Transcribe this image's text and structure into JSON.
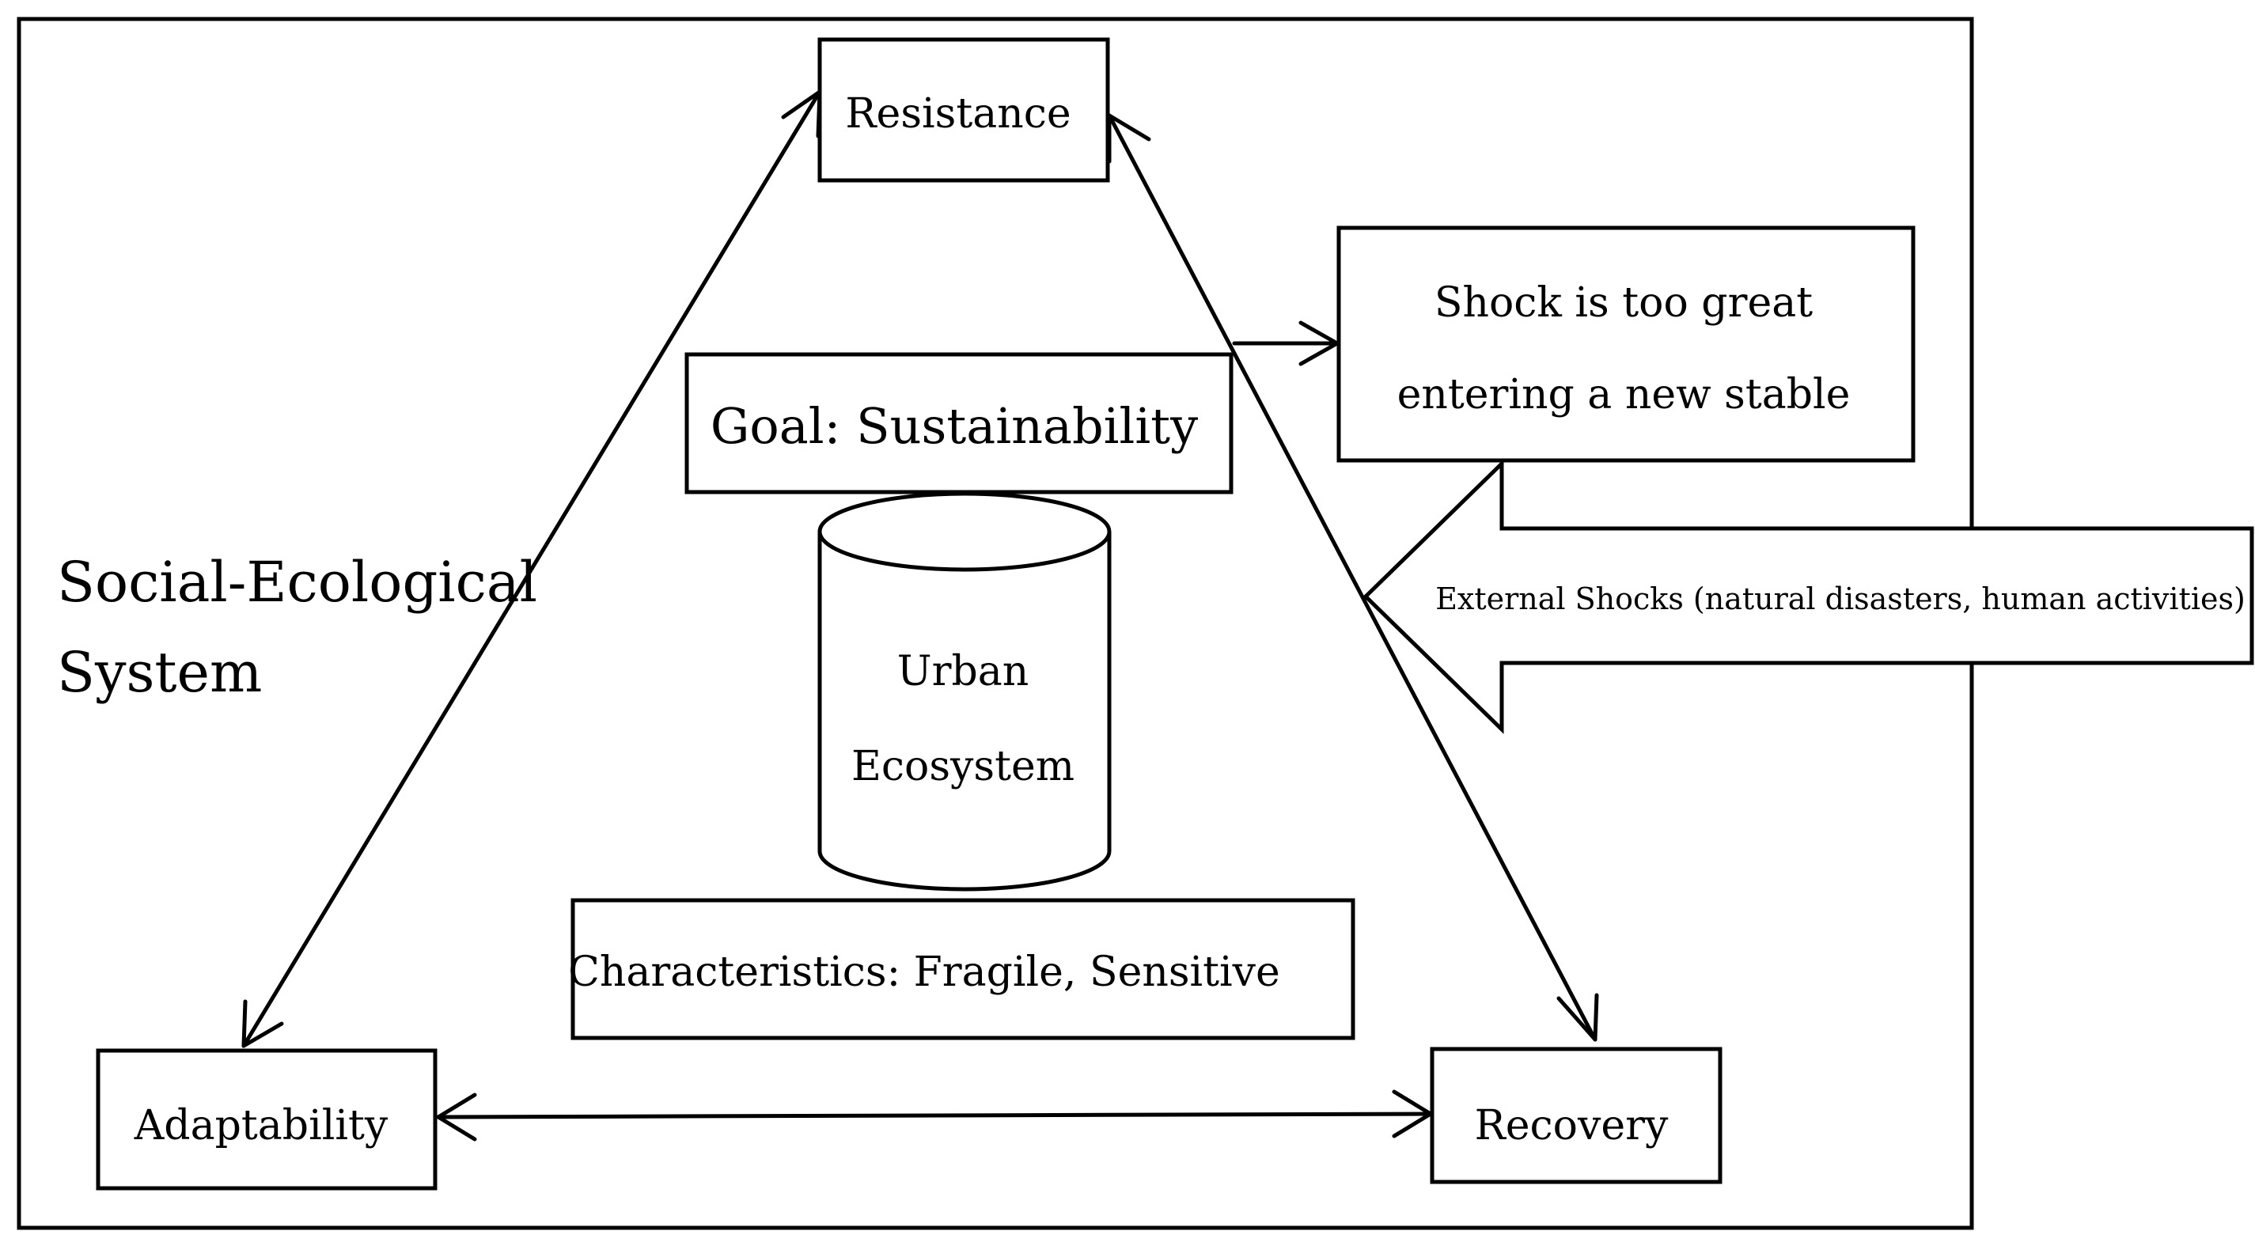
{
  "system_label": {
    "line1": "Social-Ecological",
    "line2": "System"
  },
  "nodes": {
    "resistance": "Resistance",
    "adaptability": "Adaptability",
    "recovery": "Recovery"
  },
  "goal": "Goal: Sustainability",
  "urban_ecosystem": {
    "line1": "Urban",
    "line2": "Ecosystem"
  },
  "characteristics": "Characteristics: Fragile, Sensitive",
  "shock_box": {
    "line1": "Shock is too great",
    "line2": "entering  a new  stable"
  },
  "external_shocks": "External Shocks (natural disasters,  human activities)",
  "colors": {
    "stroke": "#000000",
    "background": "#ffffff"
  }
}
